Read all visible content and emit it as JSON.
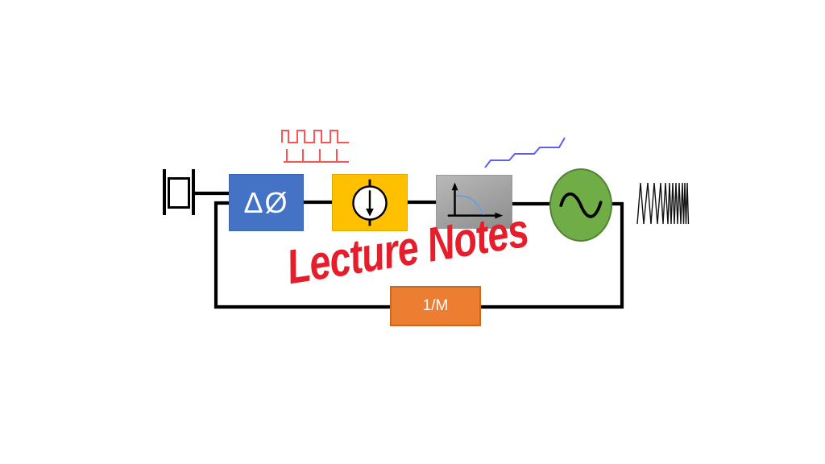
{
  "watermark": {
    "text": "Lecture Notes",
    "color": "#E61E2B"
  },
  "blocks": {
    "crystal": {
      "icon": "crystal-resonator-icon"
    },
    "phase_detector": {
      "label": "ΔØ",
      "fill": "#4472C4"
    },
    "charge_pump": {
      "icon": "current-source-down-arrow-icon",
      "fill": "#FFC000"
    },
    "loop_filter": {
      "icon": "lowpass-response-curve-icon",
      "fill_top": "#B9B9B9",
      "fill_bottom": "#8D8D8D",
      "curve_color": "#6F9FD8"
    },
    "vco": {
      "icon": "sine-wave-icon",
      "fill": "#70AD47"
    },
    "divider": {
      "label": "1/M",
      "fill": "#ED7D31"
    }
  },
  "waveforms": {
    "reference_pulses": {
      "icon": "pulse-train-icon",
      "color": "#FF5252"
    },
    "control_staircase": {
      "icon": "staircase-ramp-icon",
      "color": "#5E5EF0"
    },
    "output_chirp": {
      "icon": "chirp-zigzag-icon",
      "color": "#111111"
    }
  },
  "wires": {
    "color": "#000000"
  }
}
